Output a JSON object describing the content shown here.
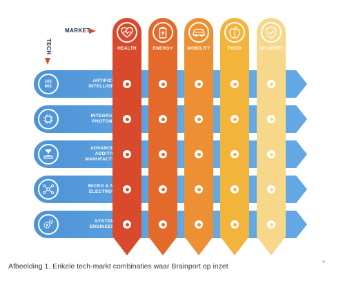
{
  "axis": {
    "market_label": "MARKET",
    "tech_label": "TECH"
  },
  "colors": {
    "health": "#d94a2d",
    "energy": "#e46a2c",
    "mobility": "#ed8f33",
    "food": "#f3b43c",
    "security": "#f7d789",
    "row_fill": "#63a7e3",
    "row_fill_dark": "#4d93d6",
    "arrow_accent": "#d6482e"
  },
  "markets": [
    {
      "key": "health",
      "label": "HEALTH",
      "icon": "heart-pulse-icon"
    },
    {
      "key": "energy",
      "label": "ENERGY",
      "icon": "battery-icon"
    },
    {
      "key": "mobility",
      "label": "MOBILITY",
      "icon": "car-icon"
    },
    {
      "key": "food",
      "label": "FOOD",
      "icon": "apple-icon"
    },
    {
      "key": "security",
      "label": "SECURITY",
      "icon": "shield-check-icon"
    }
  ],
  "technologies": [
    {
      "label_line1": "ARTIFICIAL",
      "label_line2": "INTELLIGENCE",
      "icon_text": "101\n001",
      "icon": "binary-code-icon"
    },
    {
      "label_line1": "INTEGRATED",
      "label_line2": "PHOTONICS",
      "icon": "chip-icon"
    },
    {
      "label_line1": "ADVANCED &",
      "label_line2": "ADDITIVE",
      "label_line3": "MANUFACTURING",
      "icon": "3d-printer-icon"
    },
    {
      "label_line1": "MICRO & NANO",
      "label_line2": "ELECTRONICS",
      "icon": "circuit-nodes-icon"
    },
    {
      "label_line1": "SYSTEMS",
      "label_line2": "ENGINEERING",
      "icon": "gears-icon"
    }
  ],
  "caption": "Afbeelding 1. Enkele tech-markt combinaties waar Brainport op inzet"
}
